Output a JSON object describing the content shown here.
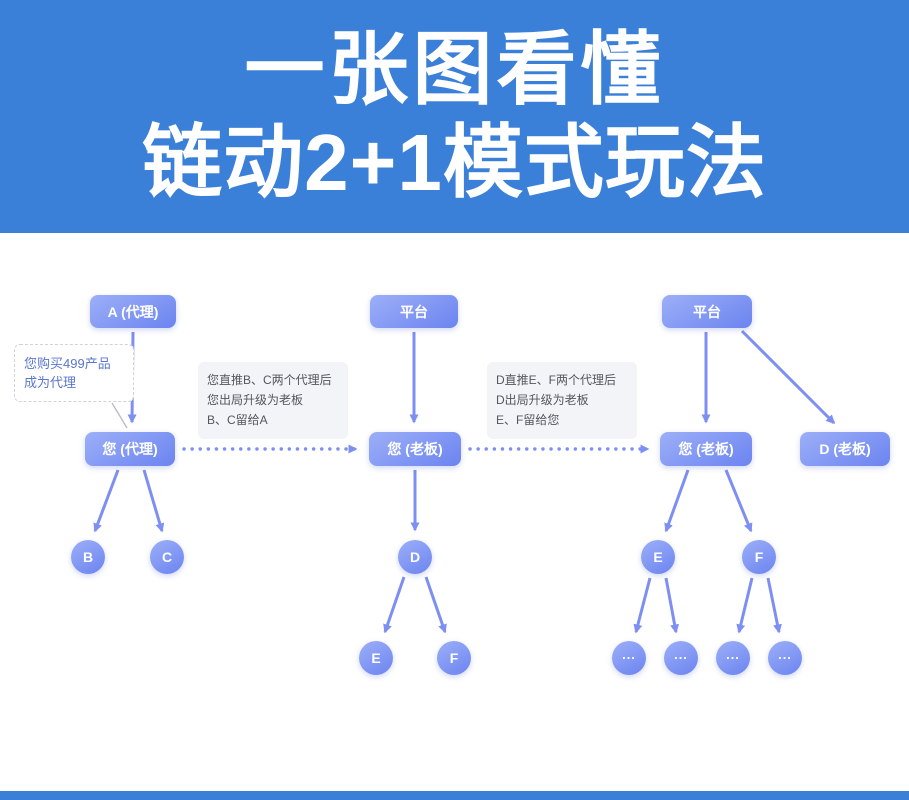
{
  "banner": {
    "line1": "一张图看懂",
    "line2": "链动2+1模式玩法"
  },
  "colors": {
    "banner_bg": "#3A7FD8",
    "node_gradient_start": "#9DAFF8",
    "node_gradient_end": "#6B84F0",
    "arrow": "#7D8FF2",
    "dashed_note_text": "#5A76CF",
    "note_text": "#52565E"
  },
  "left_note": {
    "line1": "您购买499产品",
    "line2": "成为代理"
  },
  "transition_notes": [
    {
      "line1": "您直推B、C两个代理后",
      "line2": "您出局升级为老板",
      "line3": "B、C留给A"
    },
    {
      "line1": "D直推E、F两个代理后",
      "line2": "D出局升级为老板",
      "line3": "E、F留给您"
    }
  ],
  "nodes": {
    "p1_top": "A (代理)",
    "p1_mid": "您 (代理)",
    "p1_child1": "B",
    "p1_child2": "C",
    "p2_top": "平台",
    "p2_mid": "您 (老板)",
    "p2_child1": "D",
    "p2_grand1": "E",
    "p2_grand2": "F",
    "p3_top": "平台",
    "p3_mid": "您 (老板)",
    "p3_side": "D (老板)",
    "p3_child1": "E",
    "p3_child2": "F",
    "p3_dots": "..."
  }
}
